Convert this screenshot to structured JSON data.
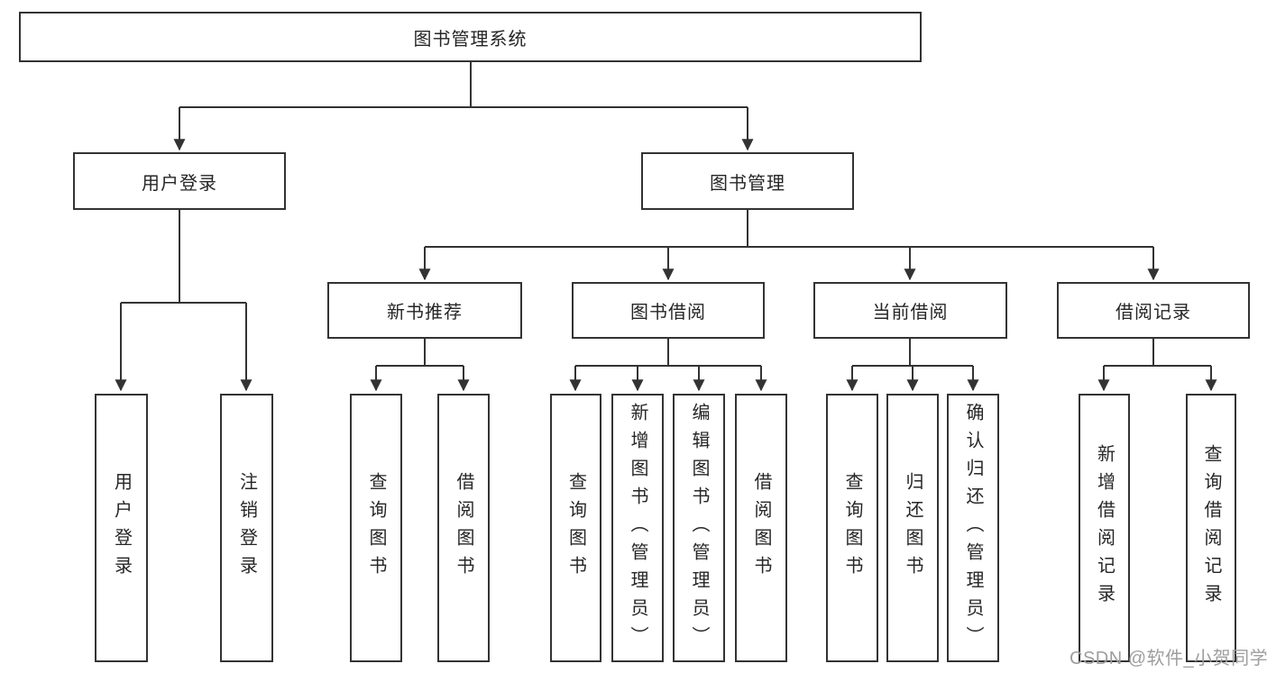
{
  "diagram_type": "hierarchy-tree",
  "colors": {
    "line": "#333333",
    "box_border": "#333333",
    "text": "#262626",
    "watermark": "#9e9e9e",
    "background": "#ffffff"
  },
  "tree": {
    "label": "图书管理系统",
    "children": [
      {
        "label": "用户登录",
        "children": [
          {
            "label": "用户登录"
          },
          {
            "label": "注销登录"
          }
        ]
      },
      {
        "label": "图书管理",
        "children": [
          {
            "label": "新书推荐",
            "children": [
              {
                "label": "查询图书"
              },
              {
                "label": "借阅图书"
              }
            ]
          },
          {
            "label": "图书借阅",
            "children": [
              {
                "label": "查询图书"
              },
              {
                "label": "新增图书（管理员）"
              },
              {
                "label": "编辑图书（管理员）"
              },
              {
                "label": "借阅图书"
              }
            ]
          },
          {
            "label": "当前借阅",
            "children": [
              {
                "label": "查询图书"
              },
              {
                "label": "归还图书"
              },
              {
                "label": "确认归还（管理员）"
              }
            ]
          },
          {
            "label": "借阅记录",
            "children": [
              {
                "label": "新增借阅记录"
              },
              {
                "label": "查询借阅记录"
              }
            ]
          }
        ]
      }
    ]
  },
  "watermark": {
    "text": "CSDN @软件_小贺同学"
  }
}
